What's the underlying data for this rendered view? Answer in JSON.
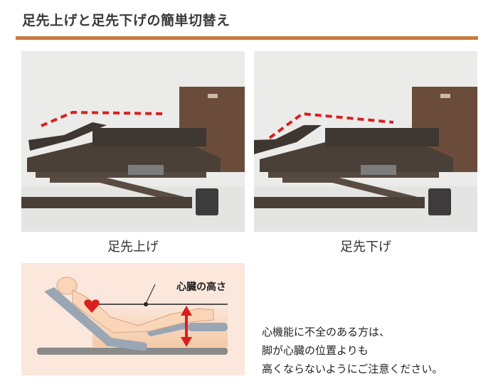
{
  "header": {
    "title": "足先上げと足先下げの簡単切替え"
  },
  "photos": [
    {
      "caption": "足先上げ",
      "mode": "foot-raised"
    },
    {
      "caption": "足先下げ",
      "mode": "foot-lowered"
    }
  ],
  "diagram": {
    "label": "心臓の高さ"
  },
  "note": {
    "lines": [
      "心機能に不全のある方は、",
      "脚が心臓の位置よりも",
      "高くならないようにご注意ください。"
    ]
  },
  "colors": {
    "accent_rule": "#c97a3f",
    "dash_line": "#d8201e",
    "diagram_bg": "#fbe7dc",
    "arrow": "#d8201e"
  }
}
